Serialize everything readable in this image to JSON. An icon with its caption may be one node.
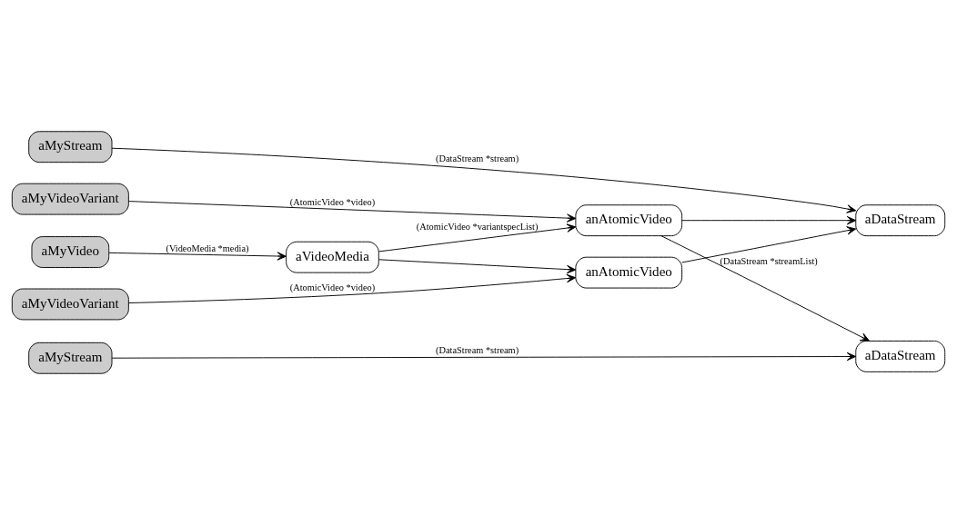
{
  "diagram": {
    "nodes": [
      {
        "text": [
          "aMyVideo"
        ]
      },
      {
        "text": [
          "aVideoMedia"
        ]
      },
      {
        "text": [
          "aMyVideoVariant"
        ]
      },
      {
        "text": [
          "anAtomicVideo"
        ]
      },
      {
        "text": [
          "anAtomicVideo"
        ]
      },
      {
        "text": [
          "aMyVideoVariant"
        ]
      },
      {
        "text": [
          "aMyStream"
        ]
      },
      {
        "text": [
          "aDataStream"
        ]
      },
      {
        "text": [
          "aDataStream"
        ]
      },
      {
        "text": [
          "aMyStream"
        ]
      }
    ],
    "edges": [
      {
        "from": 0,
        "to": 1,
        "arrow": "to",
        "label": "(VideoMedia *media)"
      },
      {
        "from": 1,
        "to": 3,
        "arrow": "to"
      },
      {
        "from": 1,
        "to": 4,
        "arrow": "to",
        "label": "(AtomicVideo *variantspecList)"
      },
      {
        "from": 2,
        "to": 3,
        "arrow": "to",
        "label": "(AtomicVideo *video)"
      },
      {
        "from": 5,
        "to": 4,
        "arrow": "to",
        "label": "(AtomicVideo *video)"
      },
      {
        "from": 3,
        "to": 7,
        "arrow": "to"
      },
      {
        "from": 4,
        "to": 7,
        "arrow": "to"
      },
      {
        "from": 4,
        "to": 8,
        "arrow": "to",
        "label": "(DataStream *streamList)"
      },
      {
        "from": 6,
        "to": 7,
        "arrow": "to",
        "label": "(DataStream *stream)"
      },
      {
        "from": 9,
        "to": 8,
        "arrow": "to",
        "label": "(DataStream *stream)"
      }
    ]
  }
}
